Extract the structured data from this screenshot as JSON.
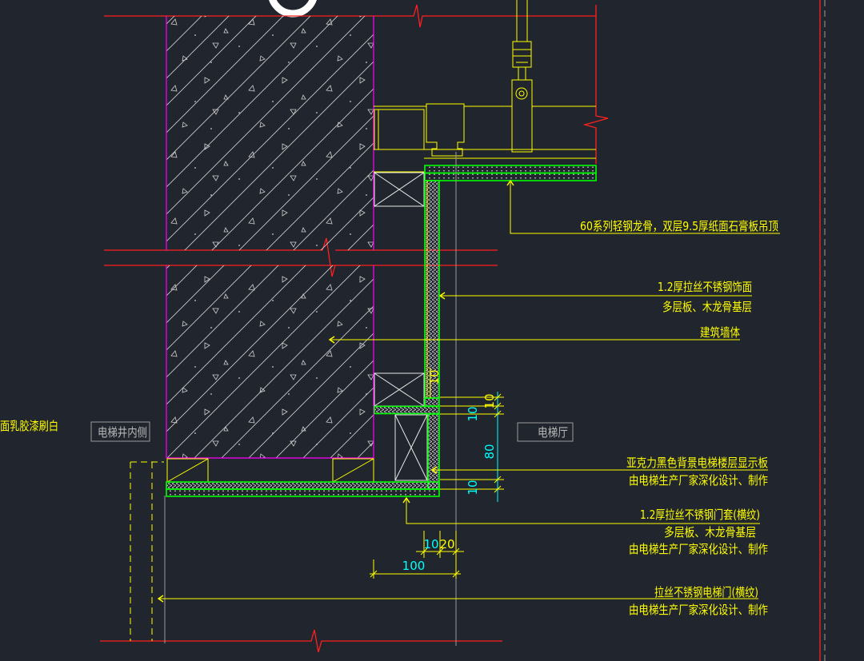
{
  "colors": {
    "background": "#21252d",
    "red": "#ff2020",
    "magenta": "#ff00ff",
    "yellow": "#ffff00",
    "green": "#00ff00",
    "cyan": "#00ffff"
  },
  "drawing": {
    "left_note": "面乳胶漆刷白",
    "tags": {
      "shaft_side": "电梯井内侧",
      "lobby": "电梯厅"
    },
    "callouts": {
      "ceiling": "60系列轻钢龙骨，双层9.5厚纸面石膏板吊顶",
      "wall_finish": [
        "1.2厚拉丝不锈钢饰面",
        "多层板、木龙骨基层"
      ],
      "structure_wall": "建筑墙体",
      "floor_indicator": [
        "亚克力黑色背景电梯楼层显示板",
        "由电梯生产厂家深化设计、制作"
      ],
      "door_frame": [
        "1.2厚拉丝不锈钢门套(横纹)",
        "多层板、木龙骨基层",
        "由电梯生产厂家深化设计、制作"
      ],
      "elevator_door": [
        "拉丝不锈钢电梯门(横纹)",
        "由电梯生产厂家深化设计、制作"
      ]
    },
    "dimensions": {
      "upper_small": "10",
      "vertical_a": "10",
      "vertical_b": "10",
      "vertical_c": "80",
      "vertical_d": "10",
      "horizontal_a": "10",
      "horizontal_b": "20",
      "horizontal_total": "100"
    }
  }
}
